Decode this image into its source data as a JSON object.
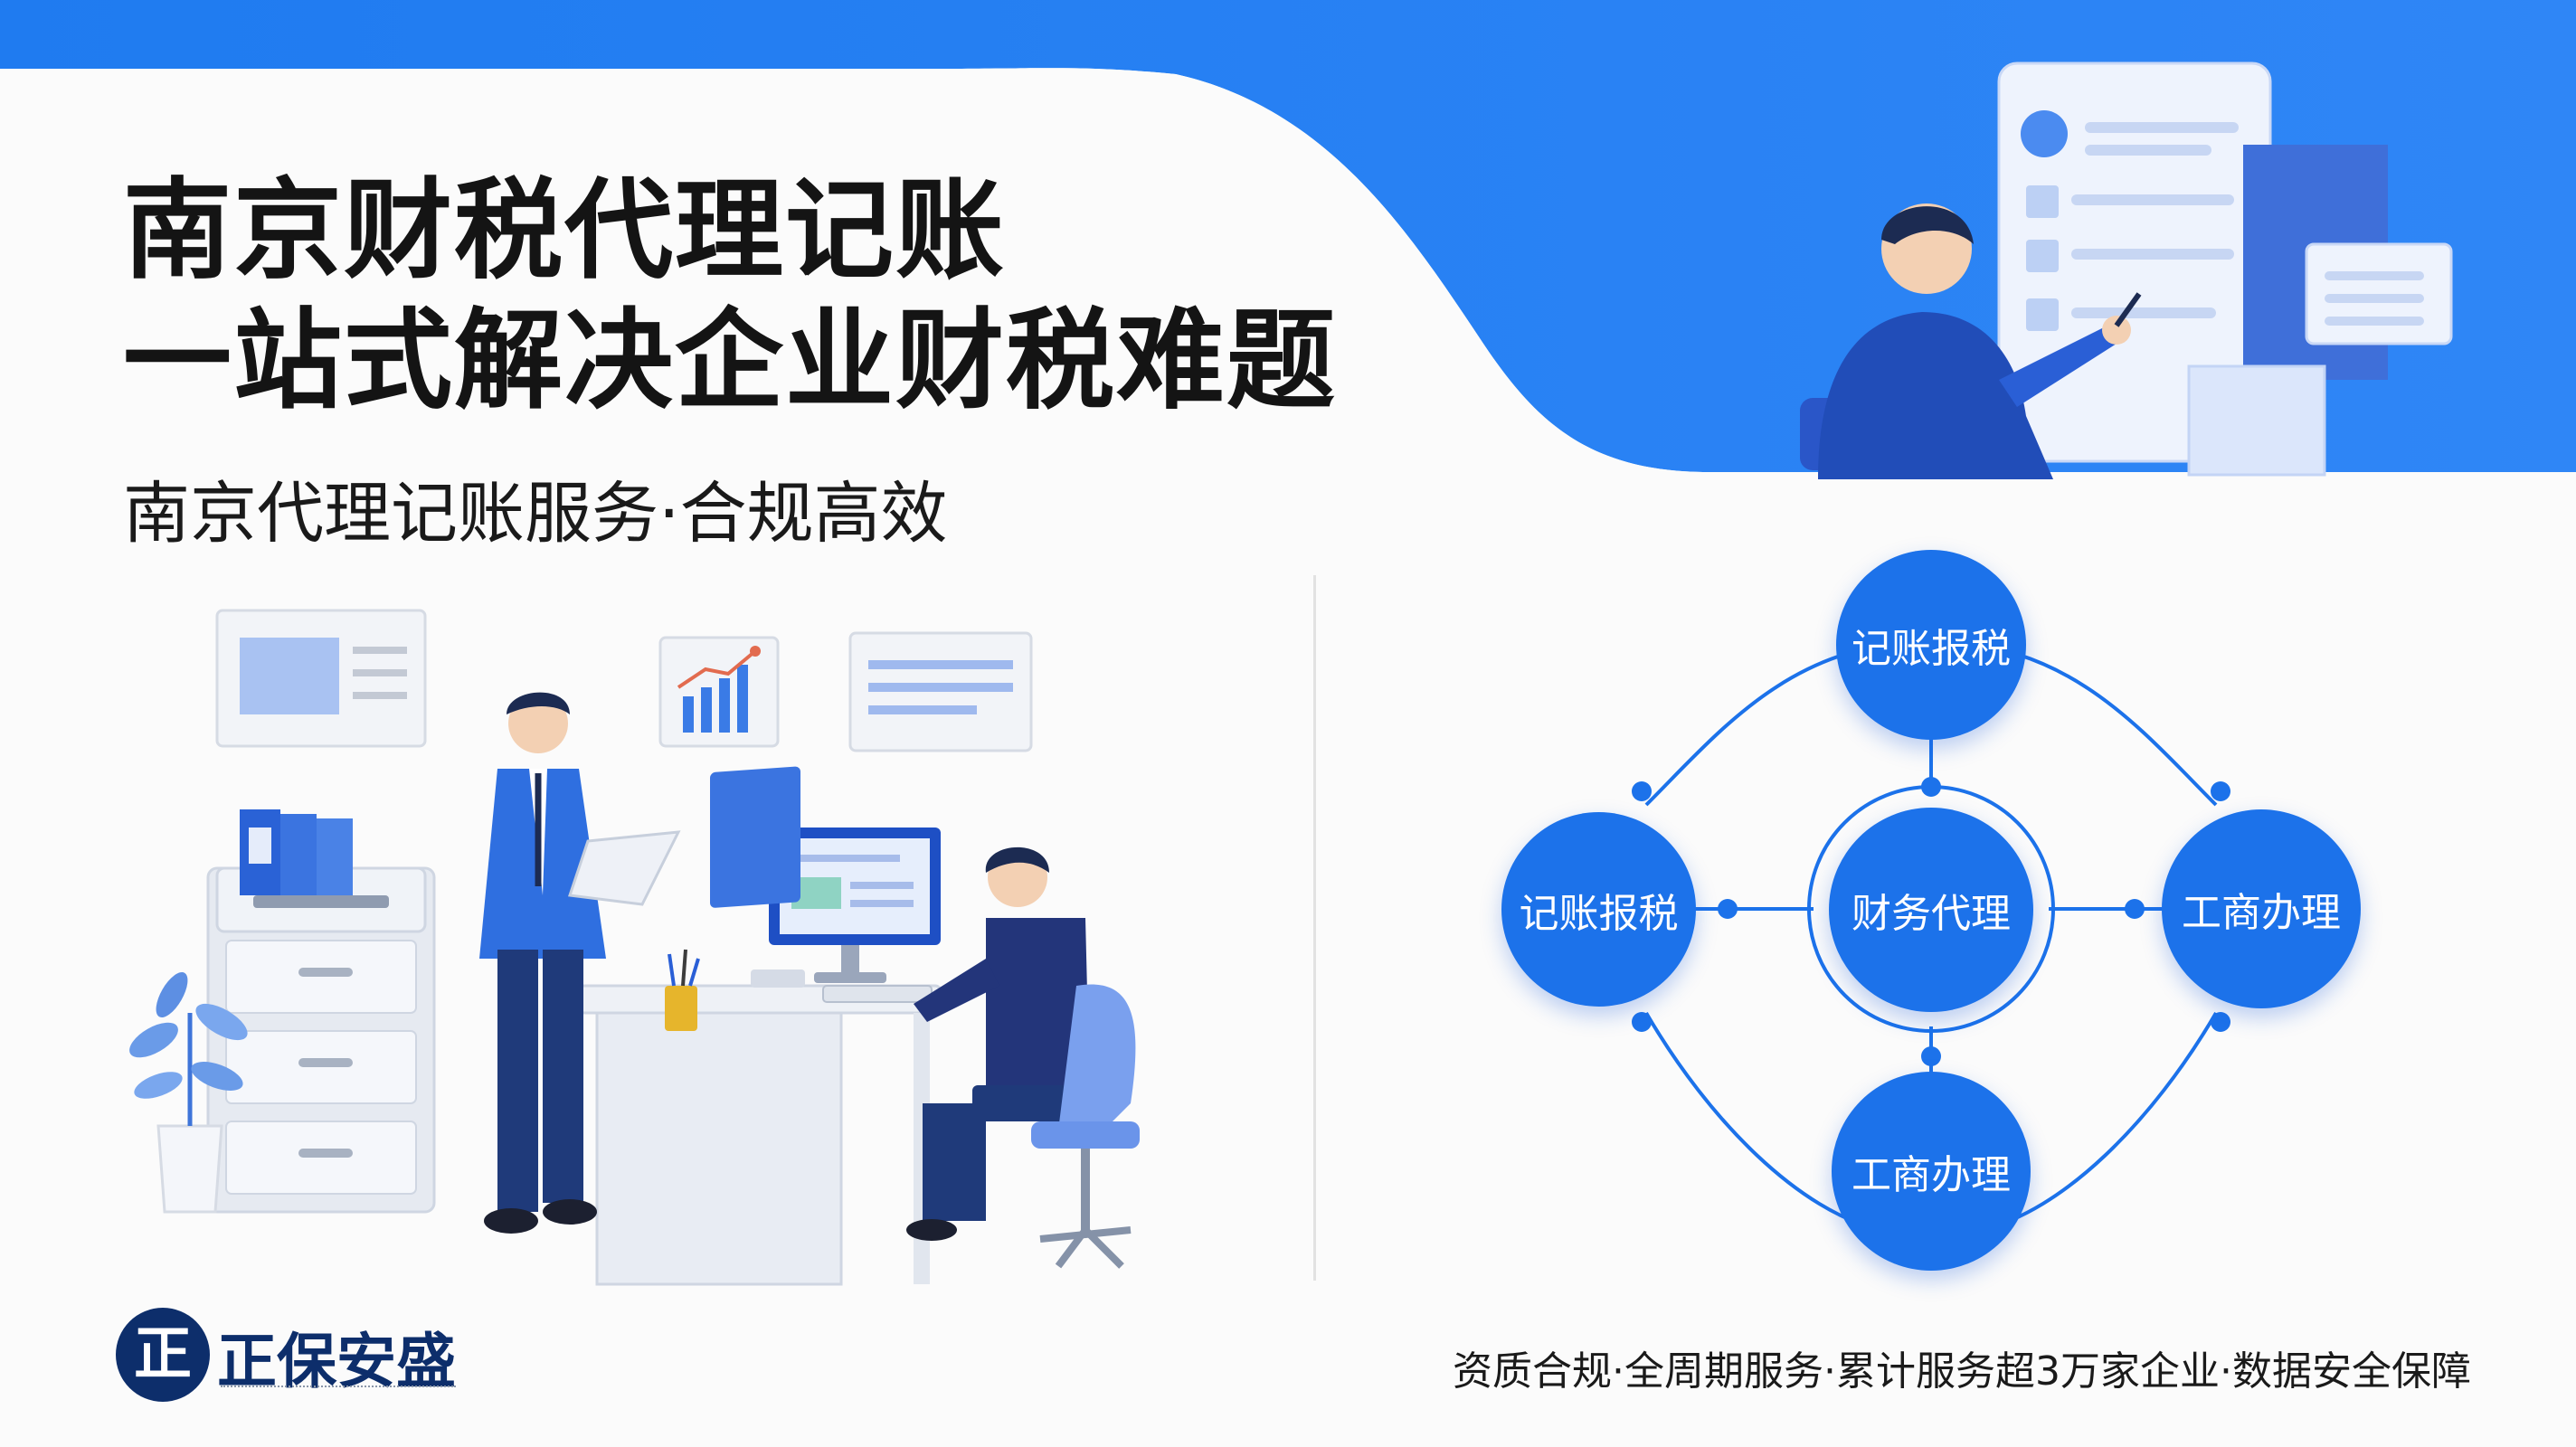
{
  "header": {
    "title_line1": "南京财税代理记账",
    "title_line2": "一站式解决企业财税难题",
    "subtitle": "南京代理记账服务·合规高效"
  },
  "diagram": {
    "center": "财务代理",
    "top": "记账报税",
    "left": "记账报税",
    "right": "工商办理",
    "bottom": "工商办理"
  },
  "brand": {
    "name": "正保安盛",
    "logo_glyph": "正"
  },
  "footer": {
    "text": "资质合规·全周期服务·累计服务超3万家企业·数据安全保障"
  },
  "colors": {
    "accent": "#1c72ea",
    "dark_navy": "#0d2e6b"
  },
  "icons": [
    "document-icon",
    "chart-icon",
    "folder-icon",
    "plant-icon"
  ]
}
